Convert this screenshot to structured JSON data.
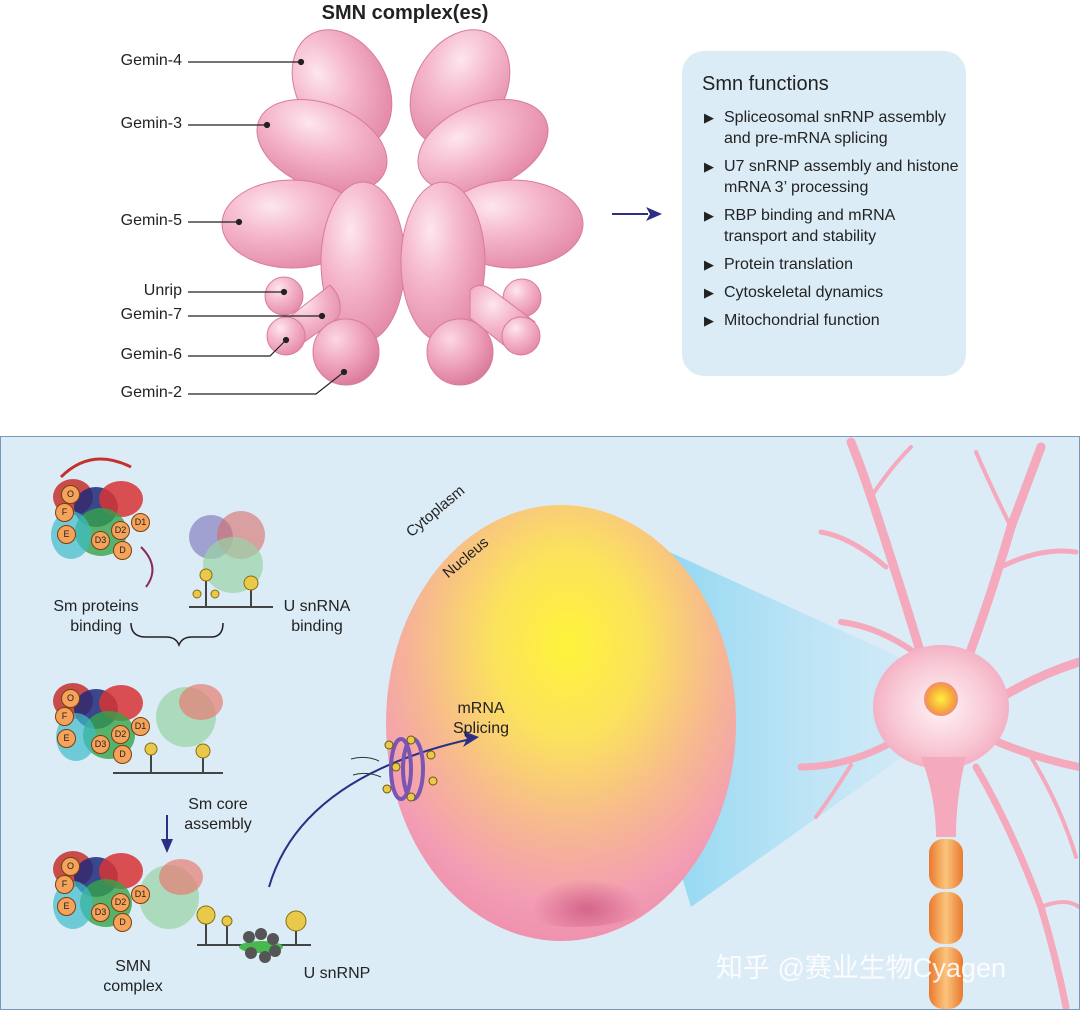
{
  "top": {
    "title": "SMN complex(es)",
    "gemin_labels": [
      "Gemin-4",
      "Gemin-3",
      "Gemin-5",
      "Unrip",
      "Gemin-7",
      "Gemin-6",
      "Gemin-2"
    ]
  },
  "functions": {
    "title": "Smn functions",
    "items": [
      "Spliceosomal snRNP assembly and pre-mRNA splicing",
      "U7 snRNP assembly and histone mRNA 3’ processing",
      "RBP binding and mRNA transport and stability",
      "Protein translation",
      "Cytoskeletal dynamics",
      "Mitochondrial function"
    ]
  },
  "bottom": {
    "sm_proteins_binding": [
      "Sm proteins",
      "binding"
    ],
    "u_snrna_binding": [
      "U snRNA",
      "binding"
    ],
    "sm_core_assembly": [
      "Sm core",
      "assembly"
    ],
    "smn_complex": [
      "SMN",
      "complex"
    ],
    "u_snrnp": "U snRNP",
    "cytoplasm": "Cytoplasm",
    "nucleus": "Nucleus",
    "mrna_splicing": [
      "mRNA",
      "Splicing"
    ],
    "protein_letters": [
      "O",
      "F",
      "E",
      "D3",
      "D2",
      "D1",
      "D"
    ]
  },
  "watermark": "知乎 @赛业生物Cyagen",
  "colors": {
    "gemin_pink": "#f2a7c0",
    "panel_blue": "#dcecf7",
    "arrow_navy": "#2b2f86",
    "nucleus_yellow": "#fff33a",
    "cell_pink": "#f3a9c0"
  }
}
